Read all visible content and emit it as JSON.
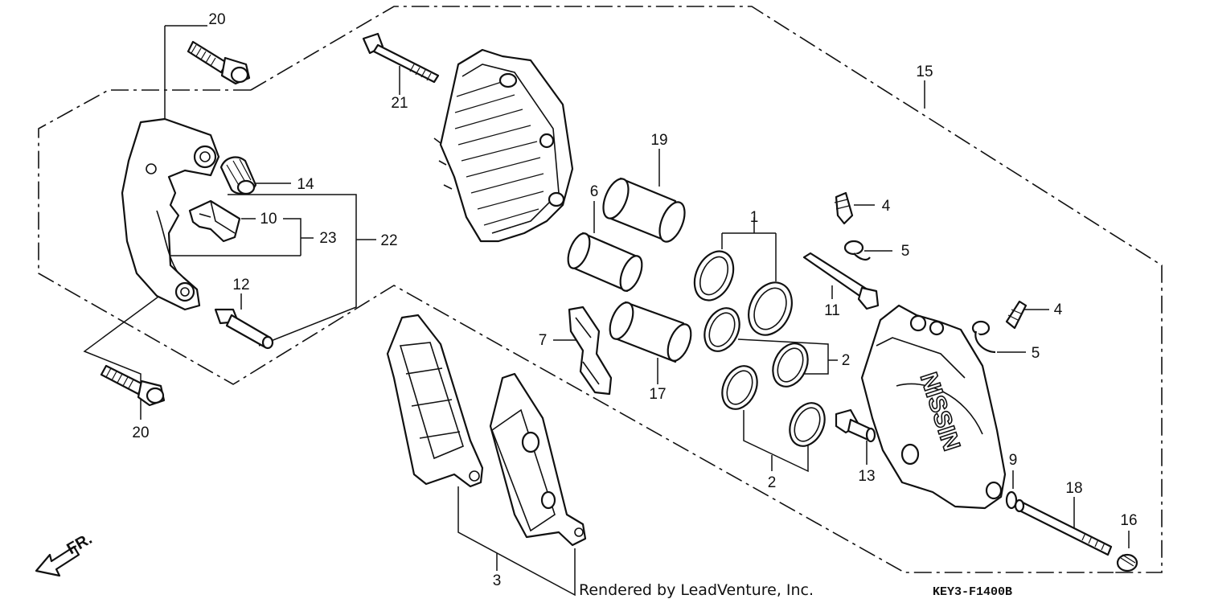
{
  "diagram": {
    "callouts": {
      "c1": "1",
      "c2a": "2",
      "c2b": "2",
      "c3": "3",
      "c4a": "4",
      "c4b": "4",
      "c5a": "5",
      "c5b": "5",
      "c6": "6",
      "c7": "7",
      "c9": "9",
      "c10": "10",
      "c11": "11",
      "c12": "12",
      "c13": "13",
      "c14": "14",
      "c15": "15",
      "c16": "16",
      "c17": "17",
      "c18": "18",
      "c19": "19",
      "c20a": "20",
      "c20b": "20",
      "c21": "21",
      "c22": "22",
      "c23": "23"
    },
    "brand_text": "NISSIN",
    "direction_label": "FR.",
    "credit": "Rendered by LeadVenture, Inc.",
    "code": "KEY3-F1400B"
  }
}
